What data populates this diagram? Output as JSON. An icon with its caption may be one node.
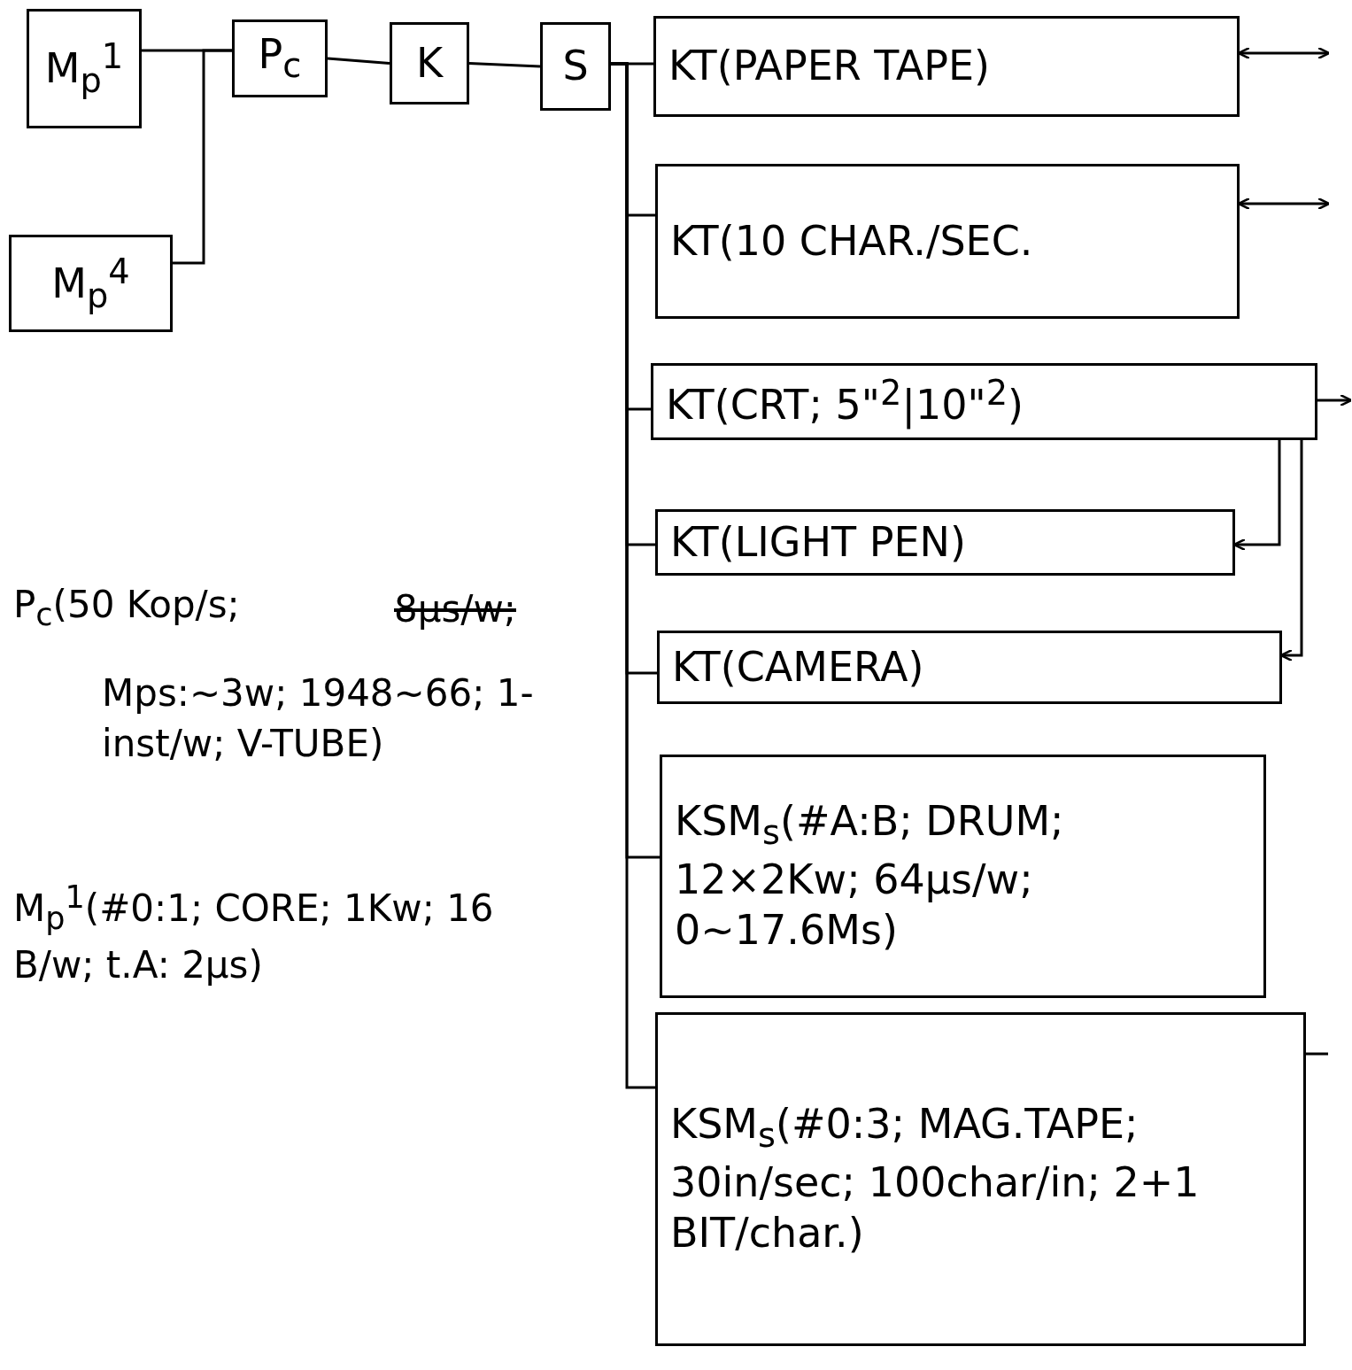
{
  "diagram": {
    "nodes": [
      {
        "text": [
          "M$_{p}$$^{1}$"
        ]
      },
      {
        "text": [
          "P$_{c}$"
        ]
      },
      {
        "text": [
          "K"
        ]
      },
      {
        "text": [
          "S"
        ]
      },
      {
        "text": [
          "M$_{p}$$^{4}$"
        ]
      },
      {
        "text": [
          "KT(PAPER TAPE)"
        ]
      },
      {
        "text": [
          "KT(10 CHAR./SEC."
        ]
      },
      {
        "text": [
          "KT(CRT; 5\"$^{2}$|10\"$^{2}$)"
        ]
      },
      {
        "text": [
          "KT(LIGHT PEN)"
        ]
      },
      {
        "text": [
          "KT(CAMERA)"
        ]
      },
      {
        "text": [
          "KSM$_{s}$(#A:B; DRUM; 12×2Kw; 64µs/w; 0∼17.6Ms)"
        ]
      },
      {
        "text": [
          "KSM$_{s}$(#0:3; MAG.TAPE; 30in/sec; 100char/in; 2+1 BIT/char.)"
        ]
      }
    ],
    "edges": [
      {
        "from": 0,
        "to": 1,
        "arrow": "none"
      },
      {
        "from": 4,
        "to": 1,
        "arrow": "none"
      },
      {
        "from": 1,
        "to": 2,
        "arrow": "none"
      },
      {
        "from": 2,
        "to": 3,
        "arrow": "none"
      },
      {
        "from": 3,
        "to": 5,
        "arrow": "none"
      },
      {
        "from": 3,
        "to": 6,
        "arrow": "none"
      },
      {
        "from": 3,
        "to": 7,
        "arrow": "none"
      },
      {
        "from": 3,
        "to": 8,
        "arrow": "none"
      },
      {
        "from": 3,
        "to": 9,
        "arrow": "none"
      },
      {
        "from": 3,
        "to": 10,
        "arrow": "none"
      },
      {
        "from": 3,
        "to": 11,
        "arrow": "none"
      },
      {
        "from": 5,
        "to": null,
        "arrow": "both"
      },
      {
        "from": 6,
        "to": null,
        "arrow": "both"
      },
      {
        "from": 7,
        "to": null,
        "arrow": "to"
      },
      {
        "from": 7,
        "to": 8,
        "arrow": "to"
      },
      {
        "from": 7,
        "to": 9,
        "arrow": "to"
      },
      {
        "from": 11,
        "to": null,
        "arrow": "none"
      }
    ],
    "labels": [
      "P$_{c}$(50 Kop/s;",
      "8µs/w;",
      "Mps:∼3w; 1948∼66; 1-inst/w; V-TUBE)",
      "M$_{p}$$^{1}$(#0:1; CORE; 1Kw; 16 B/w; t.A: 2µs)"
    ]
  }
}
